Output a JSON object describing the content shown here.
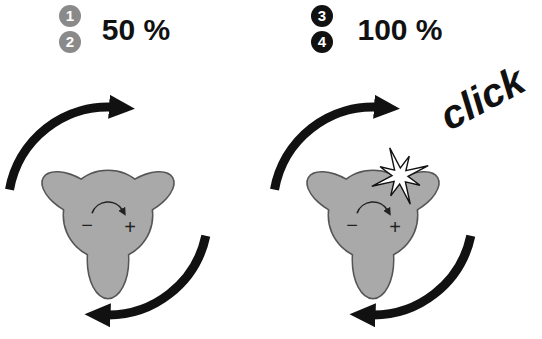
{
  "diagram": {
    "labels": [
      "1",
      "2",
      "50 %",
      "3",
      "4",
      "100 %",
      "−",
      "+",
      "−",
      "+",
      "click"
    ]
  }
}
